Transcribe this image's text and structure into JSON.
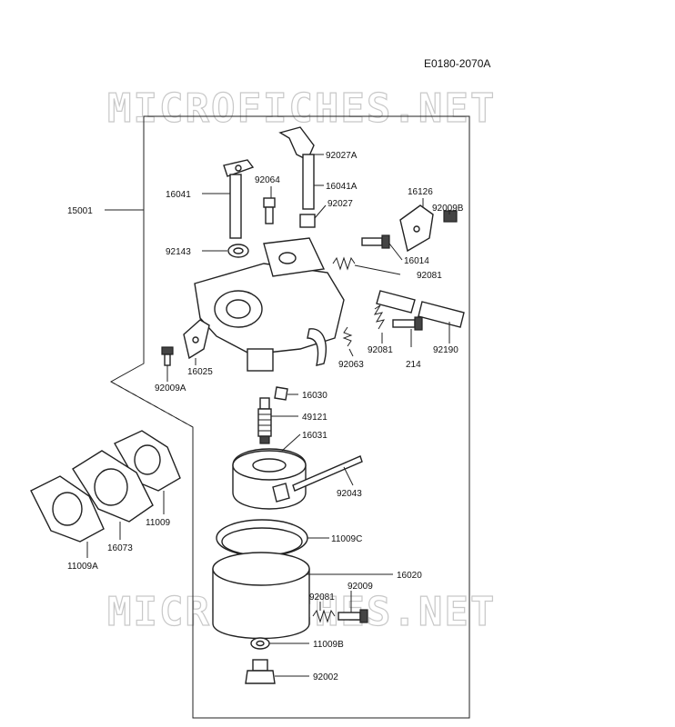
{
  "drawing_code": "E0180-2070A",
  "watermark": "MICROFICHES.NET",
  "parts": {
    "p15001": "15001",
    "p16041": "16041",
    "p92064": "92064",
    "p92027A": "92027A",
    "p16041A": "16041A",
    "p92027": "92027",
    "p16126": "16126",
    "p92009B": "92009B",
    "p92143": "92143",
    "p16014": "16014",
    "p92081_top": "92081",
    "p92081_mid": "92081",
    "p214": "214",
    "p92190": "92190",
    "p16025": "16025",
    "p92063": "92063",
    "p92009A": "92009A",
    "p16030": "16030",
    "p49121": "49121",
    "p16031": "16031",
    "p92043": "92043",
    "p11009": "11009",
    "p16073": "16073",
    "p11009A": "11009A",
    "p11009C": "11009C",
    "p16020": "16020",
    "p92009": "92009",
    "p92081_low": "92081",
    "p11009B": "11009B",
    "p92002": "92002"
  }
}
